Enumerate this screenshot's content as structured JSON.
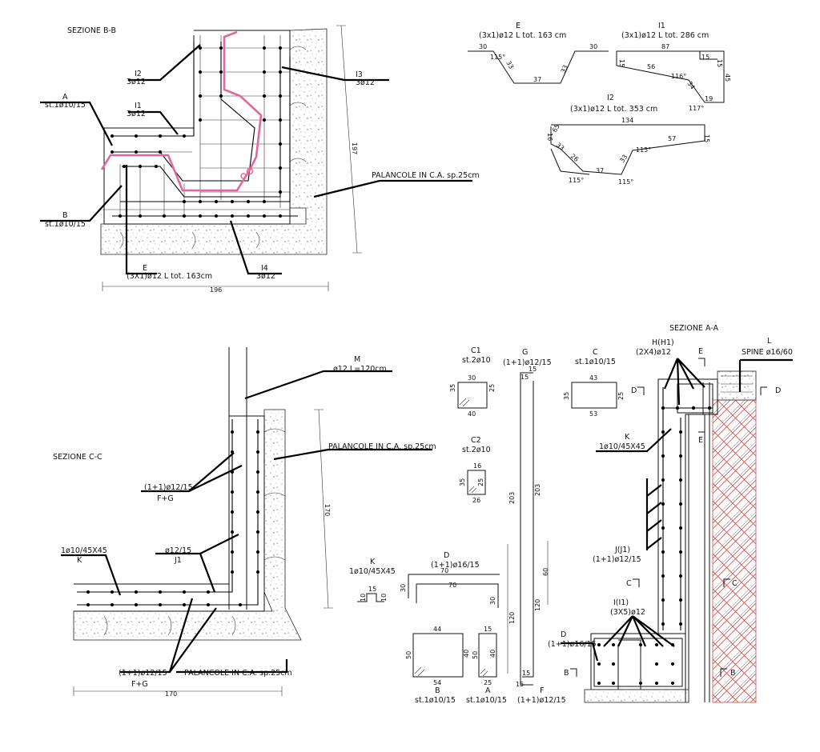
{
  "sections": {
    "bb": {
      "title": "SEZIONE B-B",
      "i2": {
        "name": "I2",
        "spec": "3ø12"
      },
      "a": {
        "name": "A",
        "spec": "st.1ø10/15"
      },
      "i1": {
        "name": "I1",
        "spec": "3ø12"
      },
      "b": {
        "name": "B",
        "spec": "st.1ø10/15"
      },
      "i3": {
        "name": "I3",
        "spec": "3ø12"
      },
      "palancole": "PALANCOLE IN C.A. sp.25cm",
      "e": {
        "name": "E",
        "spec": "(3X1)ø12 L tot. 163cm"
      },
      "i4": {
        "name": "I4",
        "spec": "3ø12"
      },
      "dim_width": "196",
      "dim_height": "197"
    },
    "cc": {
      "title": "SEZIONE C-C",
      "m": {
        "name": "M",
        "spec": "ø12 L=120cm"
      },
      "palancole_top": "PALANCOLE IN C.A. sp.25cm",
      "fg_top": {
        "spec": "(1+1)ø12/15",
        "name": "F+G"
      },
      "k": {
        "spec": "1ø10/45X45",
        "name": "K"
      },
      "j1": {
        "spec": "ø12/15",
        "name": "J1"
      },
      "fg_bottom": {
        "spec": "(1+1)ø12/15",
        "name": "F+G"
      },
      "palancole_bottom": "PALANCOLE IN C.A. sp.25cm",
      "dim_width": "170",
      "dim_height": "170"
    },
    "aa": {
      "title": "SEZIONE A-A",
      "h": {
        "name": "H(H1)",
        "spec": "(2X4)ø12"
      },
      "l": {
        "name": "L",
        "spec": "SPINE ø16/60"
      },
      "k": {
        "name": "K",
        "spec": "1ø10/45X45"
      },
      "j": {
        "name": "J(J1)",
        "spec": "(1+1)ø12/15"
      },
      "i": {
        "name": "I(I1)",
        "spec": "(3X5)ø12"
      },
      "d": {
        "name": "D",
        "spec": "(1+1)ø16/15"
      },
      "cut_e": "E",
      "cut_d": "D",
      "cut_c": "C",
      "cut_b": "B"
    }
  },
  "shapes": {
    "e": {
      "name": "E",
      "spec": "(3x1)ø12 L tot. 163 cm",
      "dims": [
        "30",
        "115°",
        "33",
        "37",
        "33",
        "30"
      ]
    },
    "i1": {
      "name": "I1",
      "spec": "(3x1)ø12 L tot. 286 cm",
      "dims": [
        "87",
        "15",
        "56",
        "116°",
        "34",
        "15",
        "45",
        "19",
        "117°",
        "15"
      ]
    },
    "i2": {
      "name": "I2",
      "spec": "(3x1)ø12 L tot. 353 cm",
      "dims": [
        "134",
        "16",
        "65",
        "15",
        "57",
        "33",
        "26",
        "115°",
        "33",
        "37",
        "115°",
        "115°"
      ]
    },
    "c1": {
      "name": "C1",
      "spec": "st.2ø10",
      "dims": [
        "30",
        "35",
        "25",
        "40"
      ]
    },
    "c2": {
      "name": "C2",
      "spec": "st.2ø10",
      "dims": [
        "16",
        "35",
        "25",
        "26"
      ]
    },
    "g": {
      "name": "G",
      "spec": "(1+1)ø12/15",
      "dims": [
        "15",
        "15",
        "203",
        "203",
        "120",
        "120",
        "60",
        "15",
        "15"
      ]
    },
    "c": {
      "name": "C",
      "spec": "st.1ø10/15",
      "dims": [
        "43",
        "35",
        "25",
        "53"
      ]
    },
    "k": {
      "name": "K",
      "spec": "1ø10/45X45",
      "dims": [
        "15",
        "10",
        "10"
      ]
    },
    "d": {
      "name": "D",
      "spec": "(1+1)ø16/15",
      "dims": [
        "70",
        "70",
        "30",
        "30"
      ]
    },
    "b": {
      "name": "B",
      "spec": "st.1ø10/15",
      "dims": [
        "44",
        "50",
        "40",
        "54"
      ]
    },
    "a": {
      "name": "A",
      "spec": "st.1ø10/15",
      "dims": [
        "15",
        "50",
        "40",
        "25"
      ]
    },
    "f": {
      "name": "F",
      "spec": "(1+1)ø12/15"
    }
  },
  "colors": {
    "highlight": "#e5669a",
    "hatch": "#c0504d"
  }
}
